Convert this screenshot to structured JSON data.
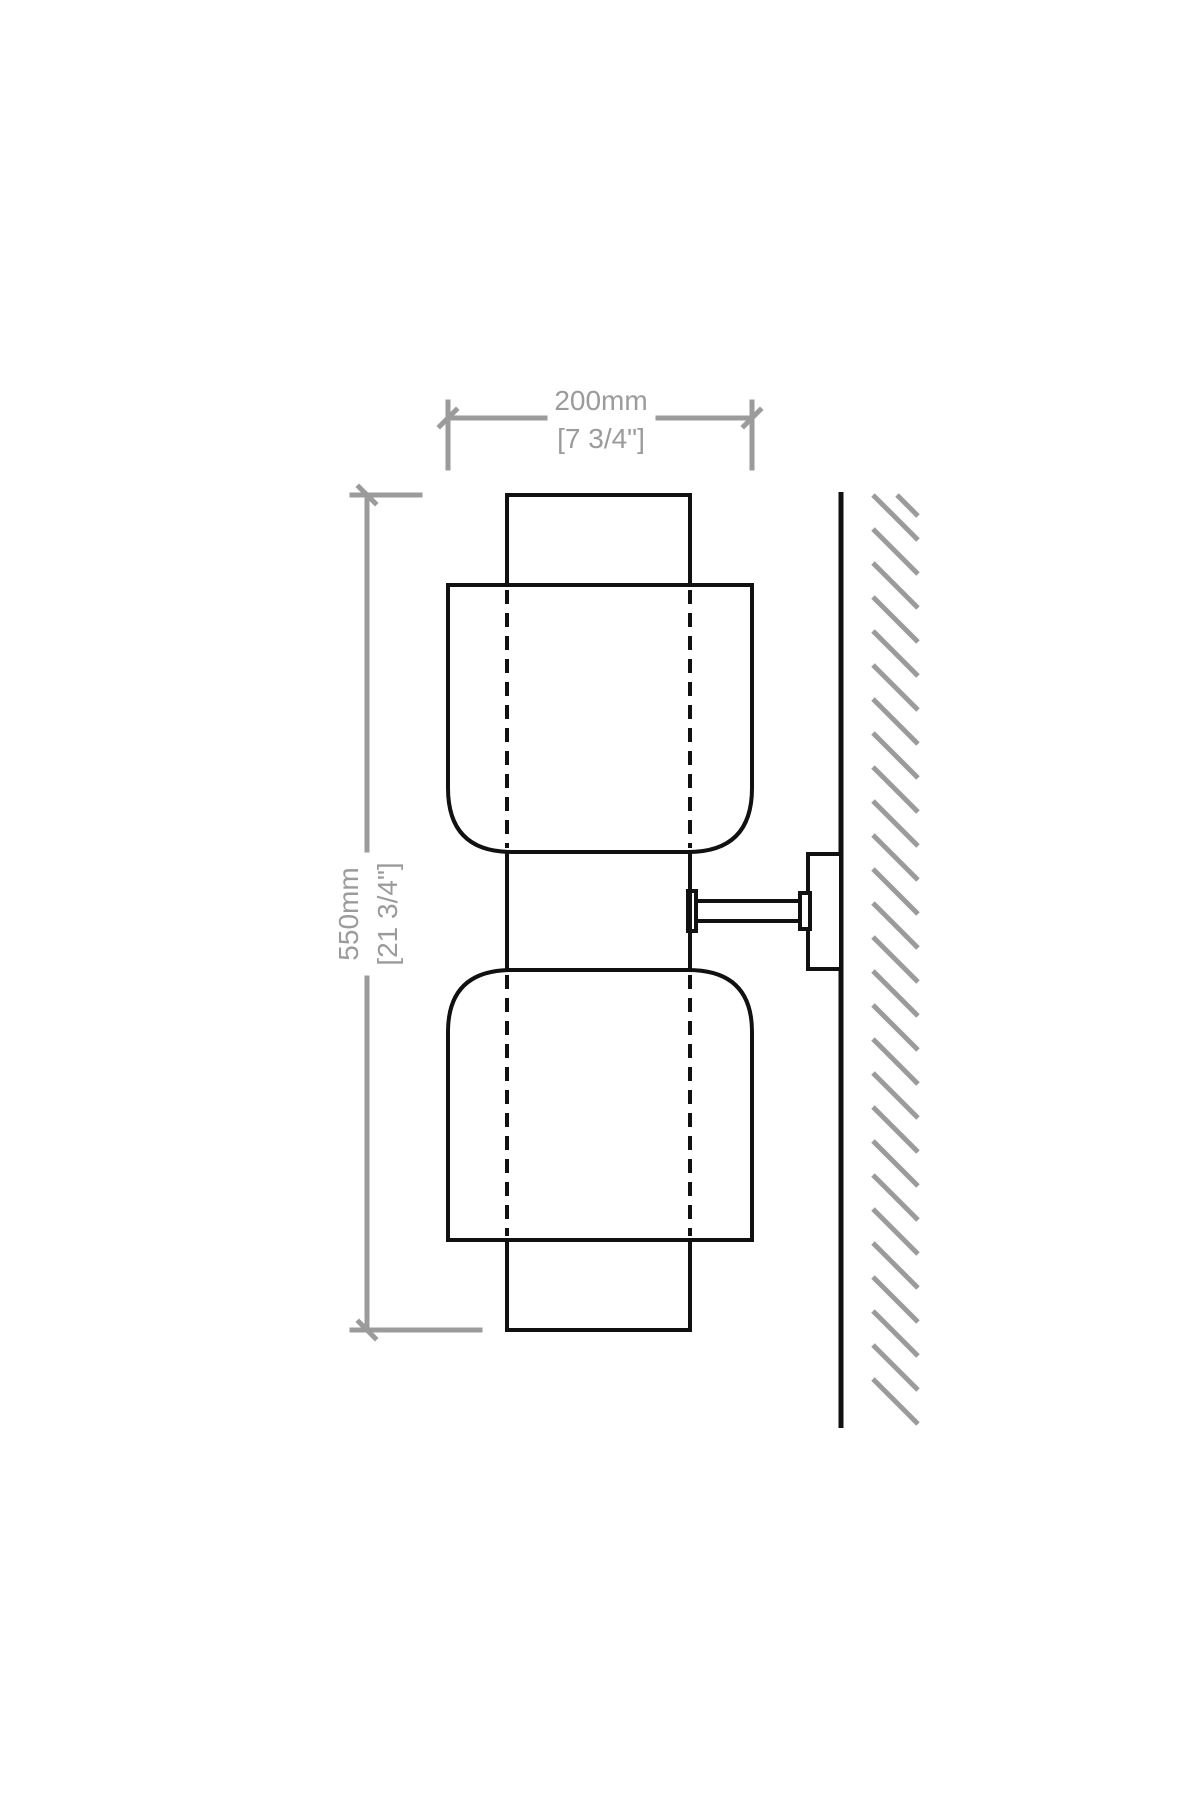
{
  "dimensions": {
    "width": {
      "metric": "200mm",
      "imperial": "[7 3/4\"]"
    },
    "height": {
      "metric": "550mm",
      "imperial": "[21 3/4\"]"
    }
  },
  "colors": {
    "outline": "#111111",
    "dimension": "#9b9b9b",
    "hatch": "#9b9b9b",
    "background": "#ffffff"
  }
}
